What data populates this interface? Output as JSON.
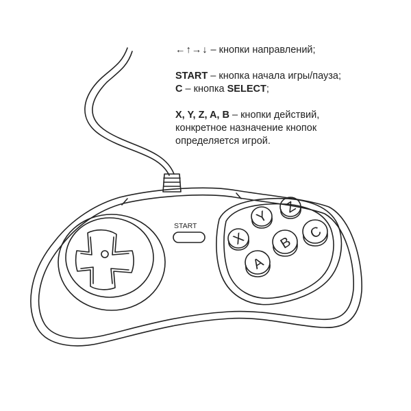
{
  "legend": {
    "arrows": "←↑→↓",
    "arrows_desc": " – кнопки направлений;",
    "start_key": "START",
    "start_desc": " – кнопка начала игры/пауза;",
    "c_key": "C",
    "c_mid": " – кнопка ",
    "c_select": "SELECT",
    "c_end": ";",
    "action_keys": "X, Y, Z, A, B",
    "action_desc": " – кнопки действий,",
    "action_line2": "конкретное назначение кнопок",
    "action_line3": "определяется игрой."
  },
  "controller": {
    "start_label": "START",
    "buttons": {
      "x": "X",
      "y": "Y",
      "z": "Z",
      "a": "A",
      "b": "B",
      "c": "C"
    }
  },
  "colors": {
    "stroke": "#222222",
    "background": "#ffffff"
  }
}
